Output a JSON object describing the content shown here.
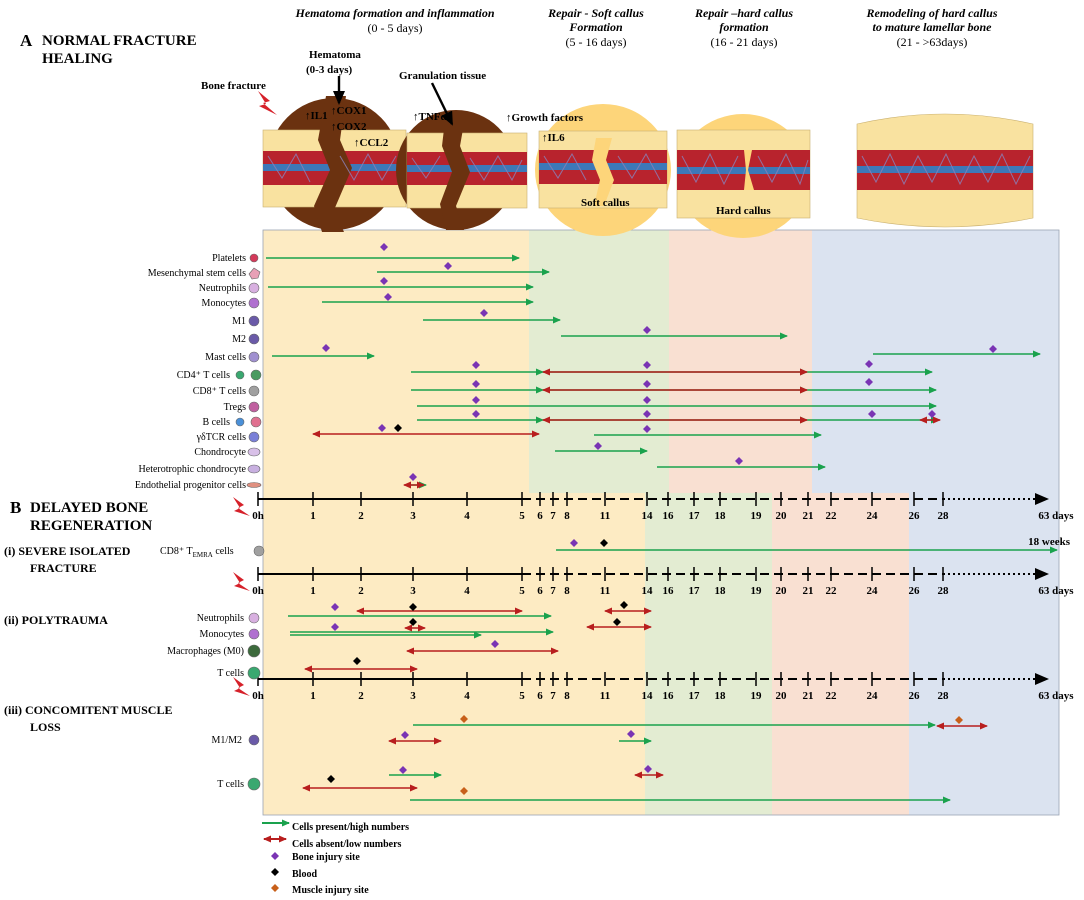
{
  "panel_a": {
    "letter": "A",
    "title_line1": "NORMAL FRACTURE",
    "title_line2": "HEALING"
  },
  "panel_b": {
    "letter": "B",
    "title_line1": "DELAYED BONE",
    "title_line2": "REGENERATION"
  },
  "phases": [
    {
      "line1": "Hematoma formation and inflammation",
      "line2": "(0 - 5 days)"
    },
    {
      "line1": "Repair - Soft callus",
      "line2": "Formation",
      "line3": "(5 - 16 days)"
    },
    {
      "line1": "Repair –hard callus",
      "line2": "formation",
      "line3": "(16 - 21 days)"
    },
    {
      "line1": "Remodeling of hard callus",
      "line2": "to mature lamellar bone",
      "line3": "(21 - >63days)"
    }
  ],
  "illustration": {
    "bone_fracture": "Bone fracture",
    "hematoma": "Hematoma",
    "hematoma_days": "(0-3 days)",
    "granulation": "Granulation tissue",
    "soft_callus": "Soft callus",
    "hard_callus": "Hard callus",
    "mediators": [
      "↑IL1",
      "↑COX1",
      "↑COX2",
      "↑CCL2",
      "↑TNFα",
      "↑Growth factors",
      "↑IL6"
    ]
  },
  "axis": {
    "ticks": [
      "0h",
      "1",
      "2",
      "3",
      "4",
      "5",
      "6",
      "7",
      "8",
      "11",
      "14",
      "16",
      "17",
      "18",
      "19",
      "20",
      "21",
      "22",
      "24",
      "26",
      "28",
      "63 days"
    ]
  },
  "sub_panels": {
    "i": {
      "label_line1": "(i) SEVERE ISOLATED",
      "label_line2": "FRACTURE"
    },
    "ii": {
      "label": "(ii) POLYTRAUMA"
    },
    "iii": {
      "label_line1": "(iii) CONCOMITENT MUSCLE",
      "label_line2": "LOSS"
    }
  },
  "cd8_temra": {
    "label": "CD8⁺ T",
    "sub": "EMRA",
    "suffix": " cells",
    "duration": "18 weeks"
  },
  "cells_a": [
    "Platelets",
    "Mesenchymal stem cells",
    "Neutrophils",
    "Monocytes",
    "M1",
    "M2",
    "Mast cells",
    "CD4⁺ T cells",
    "CD8⁺ T cells",
    "Tregs",
    "B cells",
    "γδTCR cells",
    "Chondrocyte",
    "Heterotrophic chondrocyte",
    "Endothelial progenitor cells"
  ],
  "cells_ii": [
    "Neutrophils",
    "Monocytes",
    "Macrophages (M0)",
    "T cells"
  ],
  "cells_iii": [
    "M1/M2",
    "T cells"
  ],
  "legend": {
    "present": "Cells present/high numbers",
    "absent": "Cells absent/low numbers",
    "bone": "Bone injury site",
    "blood": "Blood",
    "muscle": "Muscle injury site"
  },
  "colors": {
    "phase_hematoma": "#fdebc3",
    "phase_soft": "#e3ecd2",
    "phase_hard": "#f9e0d2",
    "phase_remodel": "#dbe3f0",
    "present_arrow": "#1aa24d",
    "absent_arrow": "#b81e1e",
    "bone_marker": "#7a34b4",
    "blood_marker": "#000000",
    "muscle_marker": "#c8601a",
    "hematoma_brown": "#6b3210",
    "bone_yellow": "#f9e2a0",
    "callus_yellow": "#fdd57a",
    "marrow_red": "#b8232d",
    "vessel_blue": "#3d78b8",
    "lightning": "#d6212a"
  }
}
